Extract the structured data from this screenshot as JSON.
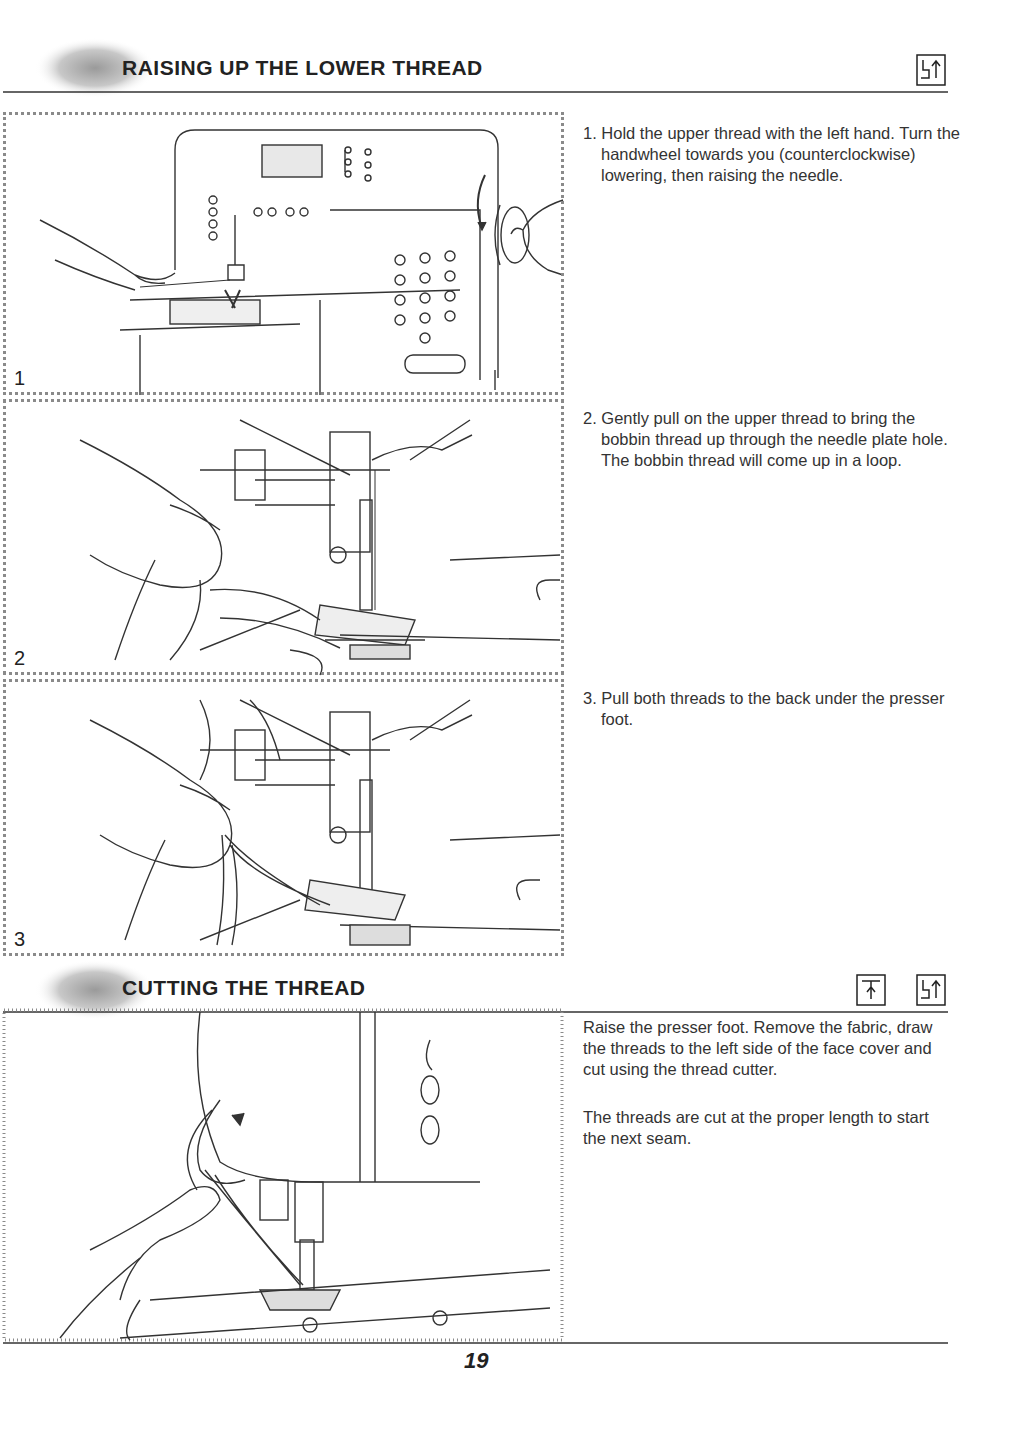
{
  "diagram": {
    "title": "RAISING UP THE LOWER THREAD",
    "nodes": [
      {
        "text": [
          "1"
        ]
      },
      {
        "text": [
          "2"
        ]
      },
      {
        "text": [
          "3"
        ]
      }
    ],
    "labels": [
      "CUTTING THE THREAD",
      "1. Hold the upper thread with the left hand. Turn the handwheel towards you (counterclockwise) lowering, then raising the needle.",
      "2. Gently pull on the upper thread to bring the bobbin thread up through the needle plate hole. The bobbin thread will come up in a loop.",
      "3. Pull both threads to the back under the presser foot.",
      "Raise the presser foot. Remove the fabric, draw the threads to the left side of the face cover and cut using the thread cutter.",
      "The threads are cut at the proper length to start the next seam.",
      "19"
    ]
  }
}
